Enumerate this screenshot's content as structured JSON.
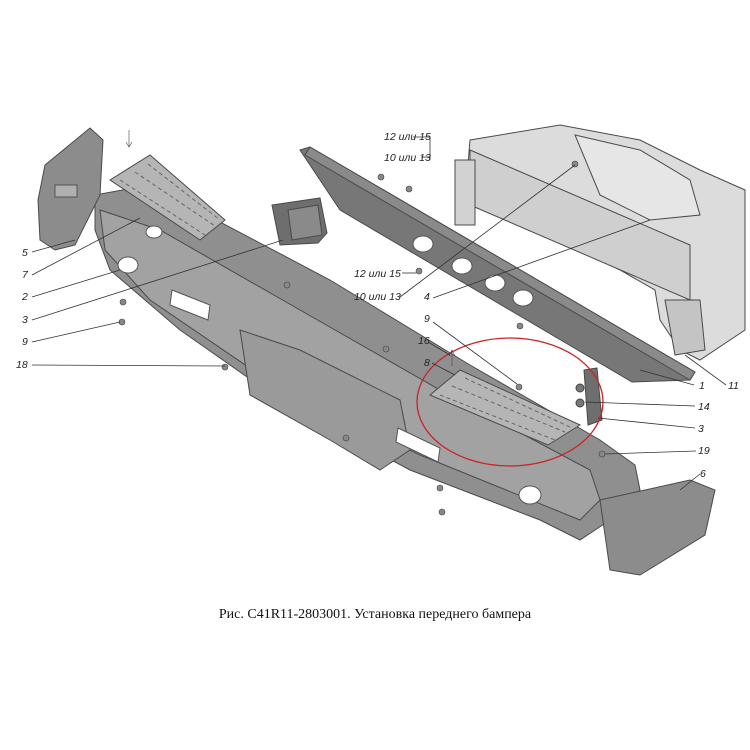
{
  "caption": "Рис. C41R11-2803001. Установка переднего бампера",
  "callouts": {
    "c12_15_top": "12 или 15",
    "c10_13_top": "10 или 13",
    "c12_15_mid": "12 или 15",
    "c10_13_mid": "10 или 13",
    "c5": "5",
    "c7": "7",
    "c2": "2",
    "c3_left": "3",
    "c9_left": "9",
    "c18": "18",
    "c4": "4",
    "c9_right": "9",
    "c16": "16",
    "c8": "8",
    "c1": "1",
    "c11": "11",
    "c14": "14",
    "c3_right": "3",
    "c19": "19",
    "c6": "6"
  },
  "colors": {
    "bumper": "#8c8c8c",
    "frame": "#d9d9d9",
    "highlight_circle": "#cc2222"
  }
}
